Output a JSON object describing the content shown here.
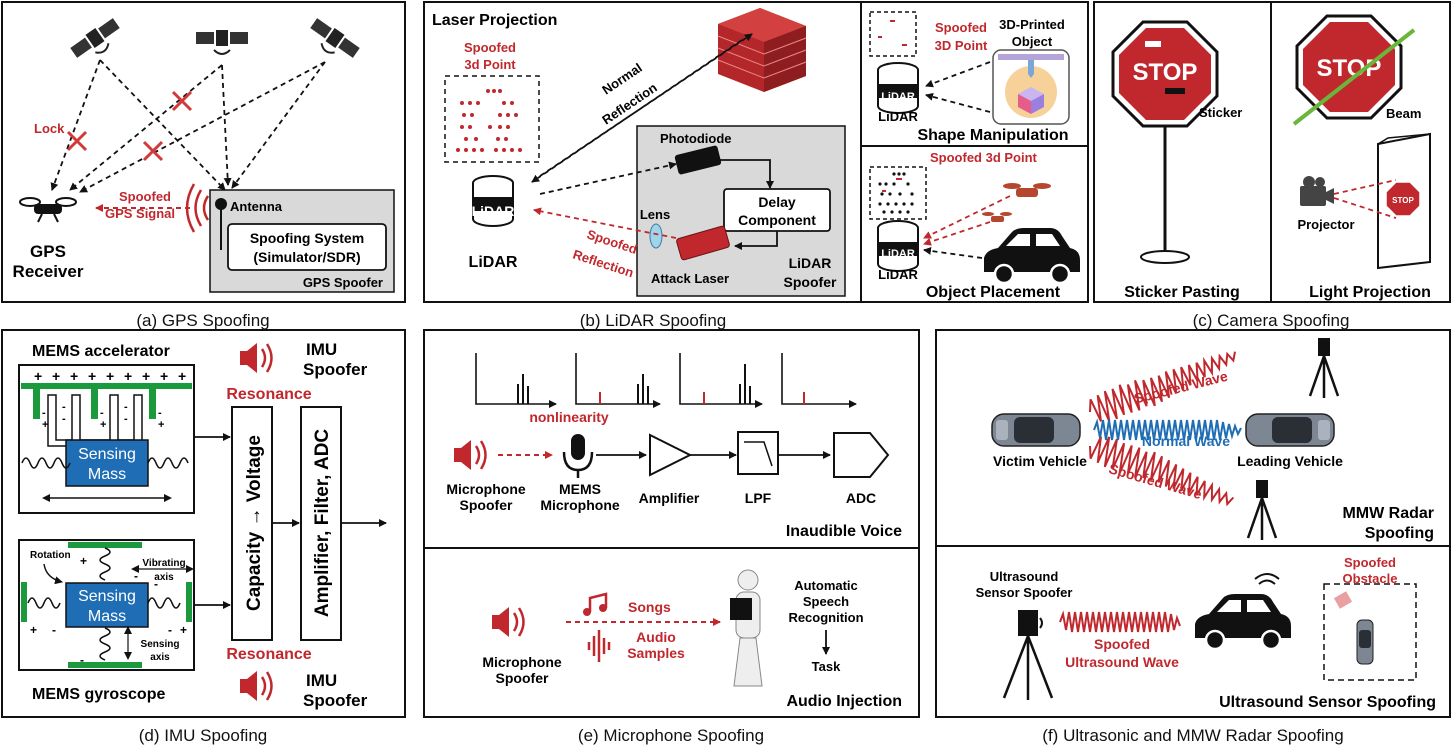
{
  "captions": {
    "a": "(a) GPS Spoofing",
    "b": "(b) LiDAR Spoofing",
    "c": "(c) Camera Spoofing",
    "d": "(d) IMU Spoofing",
    "e": "(e) Microphone Spoofing",
    "f": "(f) Ultrasonic and MMW Radar Spoofing"
  },
  "gps": {
    "lock": "Lock",
    "spoofed_line1": "Spoofed",
    "spoofed_line2": "GPS Signal",
    "antenna": "Antenna",
    "receiver_line1": "GPS",
    "receiver_line2": "Receiver",
    "system_line1": "Spoofing System",
    "system_line2": "(Simulator/SDR)",
    "spoofer": "GPS Spoofer"
  },
  "lidar": {
    "title": "Laser Projection",
    "spoofed_line1": "Spoofed",
    "spoofed_line2": "3d Point",
    "normal_line1": "Normal",
    "normal_line2": "Reflection",
    "photodiode": "Photodiode",
    "delay_line1": "Delay",
    "delay_line2": "Component",
    "lens": "Lens",
    "reflection_line1": "Spoofed",
    "reflection_line2": "Reflection",
    "attack_laser": "Attack Laser",
    "lidar_name": "LiDAR",
    "lidar_caption": "LiDAR",
    "spoofer_line1": "LiDAR",
    "spoofer_line2": "Spoofer",
    "shape_spoofed_line1": "Spoofed",
    "shape_spoofed_line2": "3D Point",
    "printed_line1": "3D-Printed",
    "printed_line2": "Object",
    "shape_title": "Shape Manipulation",
    "obj_spoofed": "Spoofed 3d Point",
    "obj_title": "Object Placement"
  },
  "camera": {
    "stop": "STOP",
    "sticker": "Sticker",
    "beam": "Beam",
    "projector": "Projector",
    "sticker_title": "Sticker Pasting",
    "light_title": "Light Projection"
  },
  "imu": {
    "accel_title": "MEMS accelerator",
    "gyro_title": "MEMS gyroscope",
    "sensing_line1": "Sensing",
    "sensing_line2": "Mass",
    "resonance": "Resonance",
    "imu_line1": "IMU",
    "imu_line2": "Spoofer",
    "capacity": "Capacity → Voltage",
    "amplifier": "Amplifier, Filter, ADC",
    "rotation": "Rotation",
    "vibrating_line1": "Vibrating",
    "vibrating_line2": "axis",
    "sensing_axis_line1": "Sensing",
    "sensing_axis_line2": "axis"
  },
  "mic": {
    "nonlinearity": "nonlinearity",
    "spoofer_line1": "Microphone",
    "spoofer_line2": "Spoofer",
    "mems_line1": "MEMS",
    "mems_line2": "Microphone",
    "amplifier": "Amplifier",
    "lpf": "LPF",
    "adc": "ADC",
    "inaudible": "Inaudible Voice",
    "songs": "Songs",
    "audio_line1": "Audio",
    "audio_line2": "Samples",
    "asr_line1": "Automatic",
    "asr_line2": "Speech",
    "asr_line3": "Recognition",
    "task": "Task",
    "injection": "Audio Injection"
  },
  "radar": {
    "spoofed_wave": "Spoofed Wave",
    "normal_wave": "Normal Wave",
    "victim": "Victim Vehicle",
    "leading": "Leading Vehicle",
    "title_line1": "MMW Radar",
    "title_line2": "Spoofing",
    "us_spoofer_line1": "Ultrasound",
    "us_spoofer_line2": "Sensor Spoofer",
    "us_wave_line1": "Spoofed",
    "us_wave_line2": "Ultrasound Wave",
    "obstacle_line1": "Spoofed",
    "obstacle_line2": "Obstacle",
    "us_title": "Ultrasound Sensor Spoofing"
  },
  "colors": {
    "red": "#c0282d",
    "blue": "#1f6db4",
    "green": "#1a9a3c",
    "gray": "#d9d9d9"
  }
}
